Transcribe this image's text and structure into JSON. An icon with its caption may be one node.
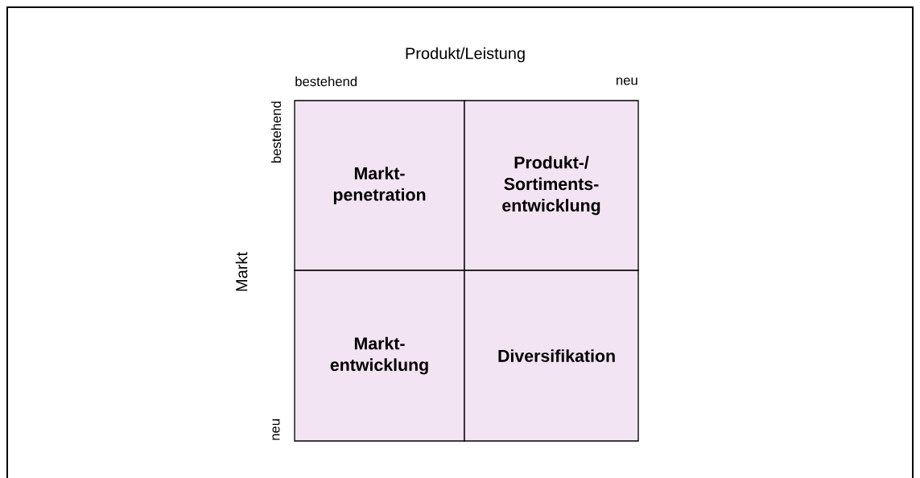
{
  "diagram": {
    "nodes": [
      {
        "text": [
          "Markt- penetration"
        ]
      },
      {
        "text": [
          "Produkt-/ Sortiments- entwicklung"
        ]
      },
      {
        "text": [
          "Markt- entwicklung"
        ]
      },
      {
        "text": [
          "Diversifikation"
        ]
      }
    ],
    "labels": [
      "Produkt/Leistung",
      "bestehend",
      "neu",
      "Markt",
      "bestehend",
      "neu"
    ]
  }
}
